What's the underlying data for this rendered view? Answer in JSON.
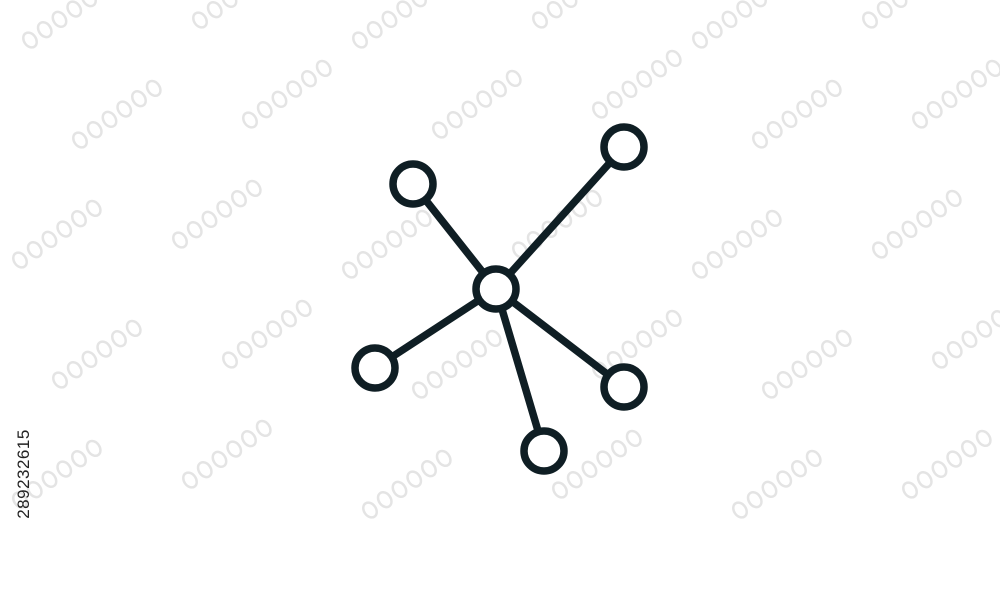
{
  "icon": {
    "name": "network-nodes-icon",
    "stroke_color": "#0f1e24",
    "fill_color": "#ffffff",
    "node_count": 6,
    "edge_count": 5
  },
  "watermark": {
    "name": "adobe-stock-watermark",
    "color": "#e4e4e4"
  },
  "stock_id": "289232615",
  "background_color": "#ffffff"
}
